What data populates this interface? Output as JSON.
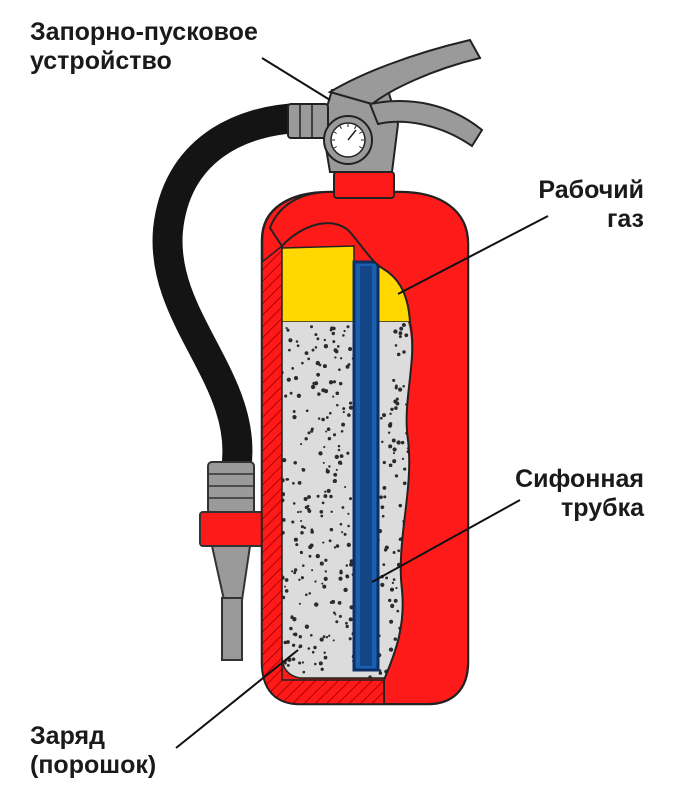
{
  "labels": {
    "valve": {
      "line1": "Запорно-пусковое",
      "line2": "устройство"
    },
    "gas": {
      "line1": "Рабочий",
      "line2": "газ"
    },
    "tube": {
      "line1": "Сифонная",
      "line2": "трубка"
    },
    "charge": {
      "line1": "Заряд",
      "line2": "(порошок)"
    }
  },
  "colors": {
    "body": "#ff1a1a",
    "body_dark": "#d40d0d",
    "gas": "#ffd800",
    "powder": "#dcdcdc",
    "dots": "#2b2b2b",
    "tube": "#1b5fb0",
    "tube_dark": "#0c2f66",
    "hose": "#141414",
    "metal": "#9a9a9a",
    "metal_dark": "#5a5a5a",
    "leader": "#111111"
  }
}
